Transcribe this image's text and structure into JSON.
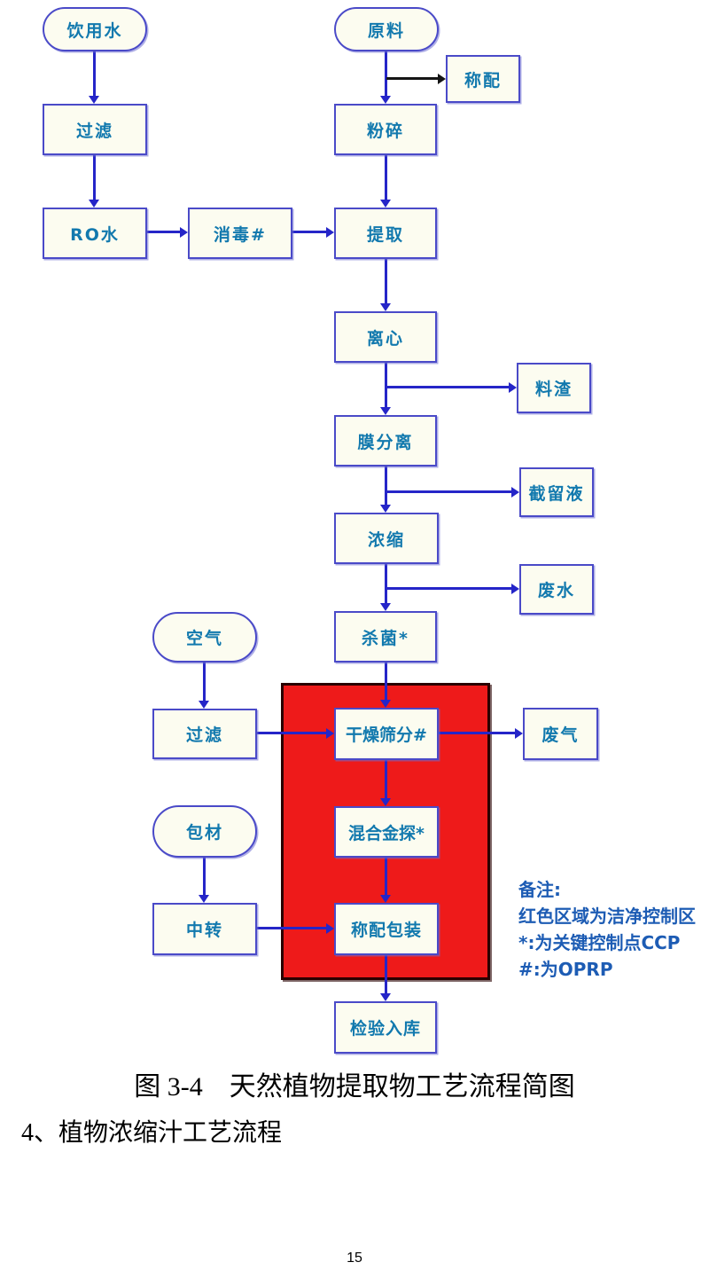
{
  "document": {
    "caption": "图 3-4　天然植物提取物工艺流程简图",
    "next_section_heading": "4、植物浓缩汁工艺流程",
    "page_number": "15"
  },
  "colors": {
    "box_border": "#4a4ac8",
    "box_fill": "#fcfcf0",
    "box_text": "#1279ae",
    "arrow_blue": "#2525c8",
    "arrow_black": "#151515",
    "red_zone_fill": "#ee1a1a",
    "note_text": "#1d5cb4"
  },
  "flowchart": {
    "nodes": [
      {
        "id": "drinking-water",
        "label": "饮用水",
        "shape": "oval"
      },
      {
        "id": "raw-material",
        "label": "原料",
        "shape": "oval"
      },
      {
        "id": "weighing",
        "label": "称配",
        "shape": "rect"
      },
      {
        "id": "filtration-1",
        "label": "过滤",
        "shape": "rect"
      },
      {
        "id": "crushing",
        "label": "粉碎",
        "shape": "rect"
      },
      {
        "id": "ro-water",
        "label": "RO水",
        "shape": "rect"
      },
      {
        "id": "disinfection",
        "label": "消毒#",
        "shape": "rect"
      },
      {
        "id": "extraction",
        "label": "提取",
        "shape": "rect"
      },
      {
        "id": "centrifugation",
        "label": "离心",
        "shape": "rect"
      },
      {
        "id": "residue",
        "label": "料渣",
        "shape": "rect"
      },
      {
        "id": "membrane-separation",
        "label": "膜分离",
        "shape": "rect"
      },
      {
        "id": "retentate",
        "label": "截留液",
        "shape": "rect"
      },
      {
        "id": "concentration",
        "label": "浓缩",
        "shape": "rect"
      },
      {
        "id": "wastewater",
        "label": "废水",
        "shape": "rect"
      },
      {
        "id": "sterilization",
        "label": "杀菌*",
        "shape": "rect"
      },
      {
        "id": "air",
        "label": "空气",
        "shape": "oval"
      },
      {
        "id": "filtration-2",
        "label": "过滤",
        "shape": "rect"
      },
      {
        "id": "drying-sieving",
        "label": "干燥筛分#",
        "shape": "rect"
      },
      {
        "id": "waste-gas",
        "label": "废气",
        "shape": "rect"
      },
      {
        "id": "packaging-material",
        "label": "包材",
        "shape": "oval"
      },
      {
        "id": "mixing-metal-detection",
        "label": "混合金探*",
        "shape": "rect"
      },
      {
        "id": "transfer",
        "label": "中转",
        "shape": "rect"
      },
      {
        "id": "weighing-packaging",
        "label": "称配包装",
        "shape": "rect"
      },
      {
        "id": "inspection-warehousing",
        "label": "检验入库",
        "shape": "rect"
      }
    ],
    "note": {
      "line1": "备注:",
      "line2": "红色区域为洁净控制区",
      "line3": "*:为关键控制点CCP",
      "line4": "#:为OPRP"
    }
  }
}
